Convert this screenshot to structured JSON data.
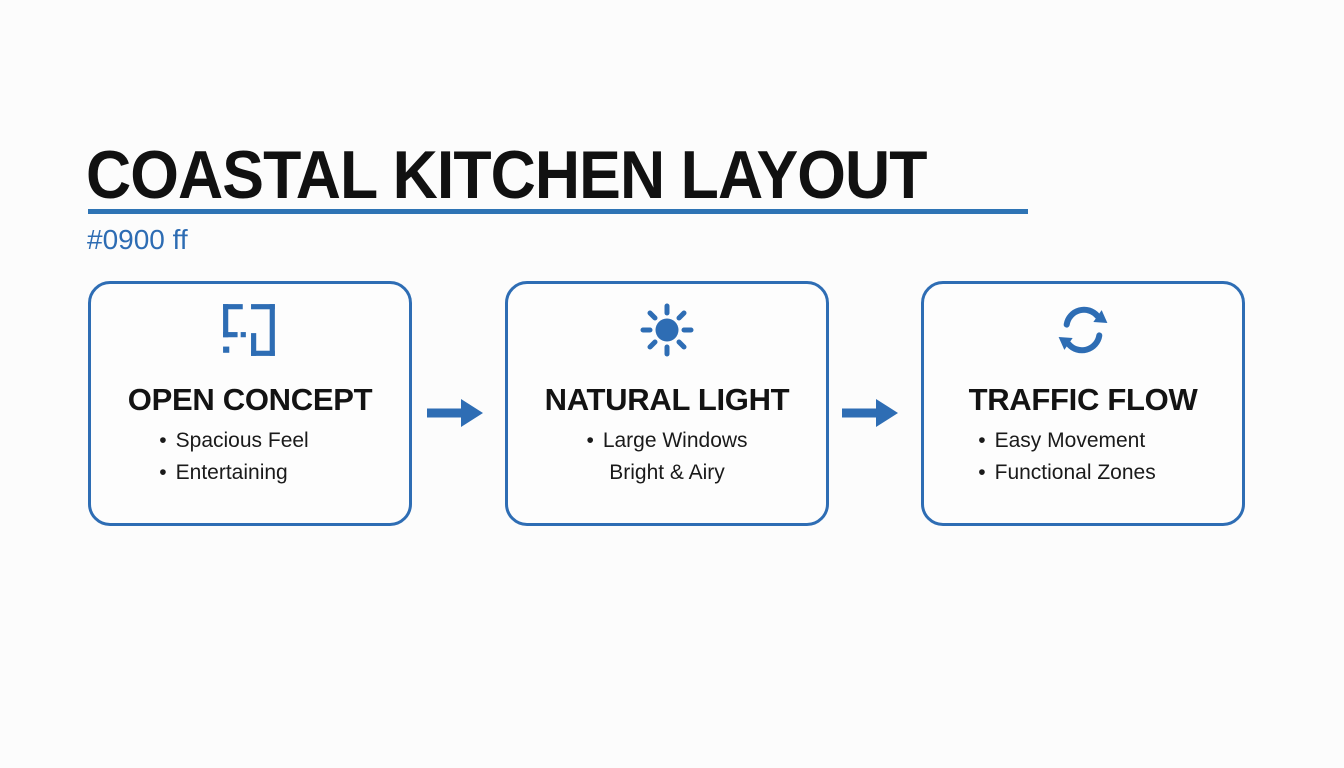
{
  "page": {
    "title": "COASTAL KITCHEN LAYOUT",
    "subtitle": "#0900 ff",
    "bullet_char": "•",
    "colors": {
      "accent_blue": "#2e6db4",
      "underline_blue": "#2e74b5",
      "subtitle_blue": "#2d6cb3",
      "title_black": "#111111",
      "background": "#fcfcfc"
    },
    "connectors": [
      "arrow-right",
      "arrow-right"
    ]
  },
  "cards": [
    {
      "icon": "floor-plan-icon",
      "title": "OPEN CONCEPT",
      "lines": [
        {
          "bullet": "•",
          "text": "Spacious Feel"
        },
        {
          "bullet": "•",
          "text": "Entertaining"
        }
      ]
    },
    {
      "icon": "sun-icon",
      "title": "NATURAL LIGHT",
      "lines": [
        {
          "bullet": "•",
          "text": "Large Windows"
        },
        {
          "bullet": "",
          "text": "Bright & Airy"
        }
      ]
    },
    {
      "icon": "sync-arrows-icon",
      "title": "TRAFFIC FLOW",
      "lines": [
        {
          "bullet": "•",
          "text": "Easy Movement"
        },
        {
          "bullet": "•",
          "text": "Functional Zones"
        }
      ]
    }
  ]
}
